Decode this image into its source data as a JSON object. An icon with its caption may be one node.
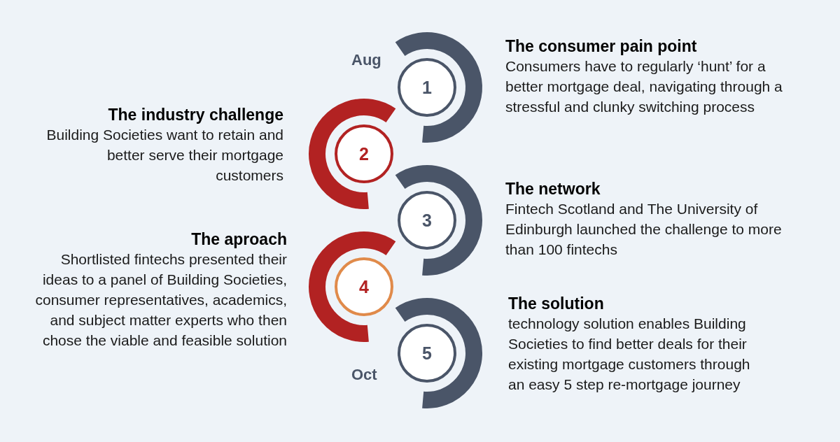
{
  "diagram": {
    "nodes": [
      {
        "text": [
          "1"
        ],
        "beside": [
          "Aug"
        ]
      },
      {
        "text": [
          "2"
        ]
      },
      {
        "text": [
          "3"
        ]
      },
      {
        "text": [
          "4"
        ]
      },
      {
        "text": [
          "5"
        ],
        "beside": [
          "Oct"
        ]
      }
    ],
    "labels": [
      "The consumer pain point",
      "Consumers have to regularly  ‘hunt’ for a better mortgage deal, navigating through a stressful and clunky switching process",
      "The industry challenge",
      "Building Societies want to retain and better serve their mortgage customers",
      "The network",
      "Fintech Scotland and The University of Edinburgh launched the challenge to more than 100 fintechs",
      "The aproach",
      "Shortlisted fintechs presented their ideas to a panel of Building Societies, consumer representatives, academics, and subject matter experts who then chose the viable and feasible solution",
      "The solution",
      "technology solution enables Building Societies to find better deals for their existing mortgage customers through an easy 5 step re-mortgage journey"
    ]
  }
}
